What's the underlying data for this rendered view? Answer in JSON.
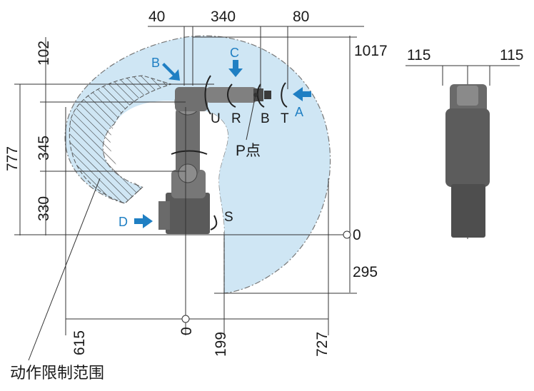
{
  "diagram": {
    "top_dims": {
      "d40": "40",
      "d340": "340",
      "d80": "80"
    },
    "right_dims": {
      "d1017": "1017",
      "d0": "0",
      "d295": "295"
    },
    "left_dims": {
      "d102": "102",
      "d345": "345",
      "d330": "330",
      "d777": "777"
    },
    "bottom_dims": {
      "d615": "615",
      "d0": "0",
      "d199": "199",
      "d727": "727"
    },
    "side_view_dims": {
      "left": "115",
      "right": "115"
    },
    "axes": {
      "U": "U",
      "R": "R",
      "B": "B",
      "T": "T",
      "S": "S"
    },
    "view_arrows": {
      "A": "A",
      "B": "B",
      "C": "C",
      "D": "D"
    },
    "point_label": "P点",
    "caption": "动作限制范围",
    "colors": {
      "work_area": "#cfe6f4",
      "arrow_blue": "#1f7fc3",
      "robot_gray": "#4a4a4a",
      "robot_light": "#8c8c8c"
    }
  }
}
